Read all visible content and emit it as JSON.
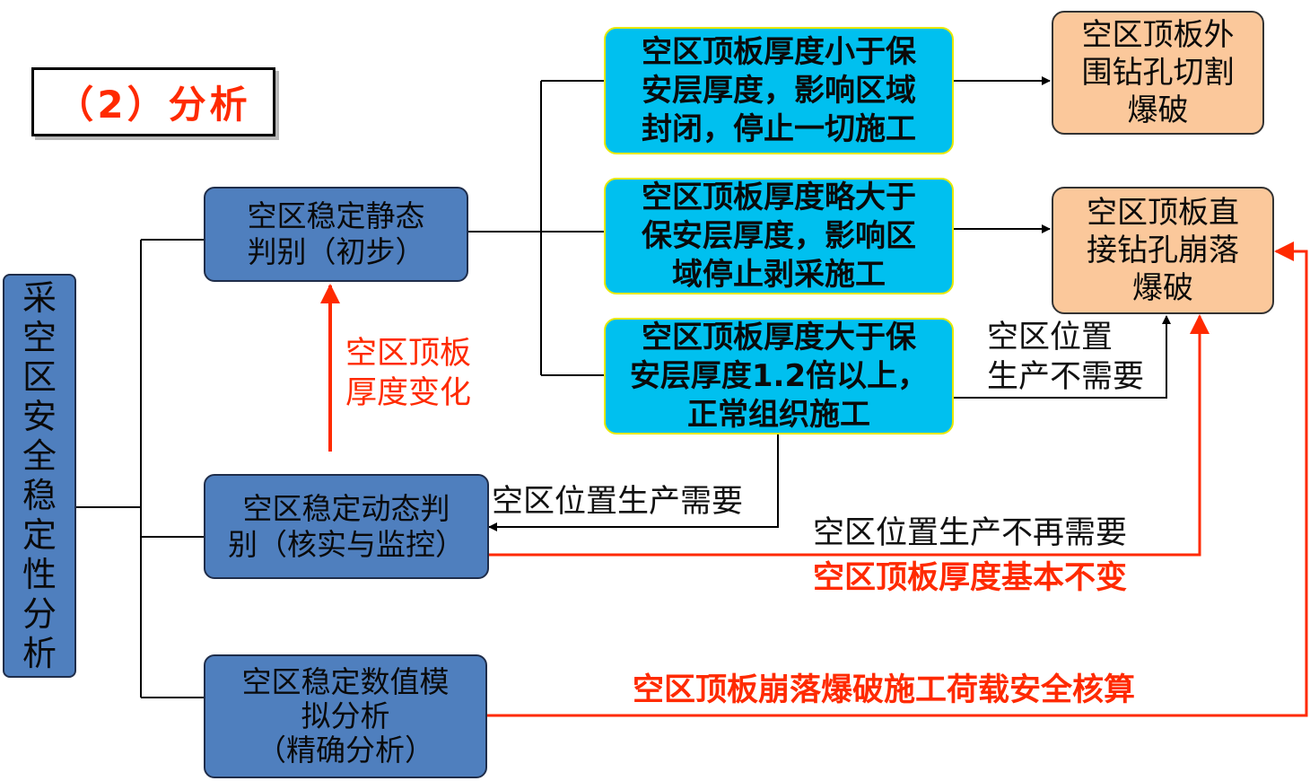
{
  "section_title": "（2）分析",
  "root": "采\n空\n区\n安\n全\n稳\n定\n性\n分\n析",
  "methods": {
    "static": "空区稳定静态\n判别（初步）",
    "dynamic": "空区稳定动态判\n别（核实与监控）",
    "numeric": "空区稳定数值模\n拟分析\n（精确分析）"
  },
  "conditions": {
    "thin": "空区顶板厚度小于保\n安层厚度，影响区域\n封闭，停止一切施工",
    "slight": "空区顶板厚度略大于\n保安层厚度，影响区\n域停止剥采施工",
    "thick": "空区顶板厚度大于保\n安层厚度1.2倍以上，\n正常组织施工"
  },
  "actions": {
    "perimeter": "空区顶板外\n围钻孔切割\n爆破",
    "direct": "空区顶板直\n接钻孔崩落\n爆破"
  },
  "labels": {
    "roof_change": "空区顶板\n厚度变化",
    "not_needed": "空区位置\n生产不需要",
    "needed": "空区位置生产需要",
    "no_longer_needed": "空区位置生产不再需要",
    "roof_unchanged": "空区顶板厚度基本不变",
    "blast_check": "空区顶板崩落爆破施工荷载安全核算"
  },
  "colors": {
    "method_fill": "#4f7fbe",
    "condition_fill": "#00c0ef",
    "action_fill": "#fbc89b",
    "red_accent": "#ff2a00"
  }
}
